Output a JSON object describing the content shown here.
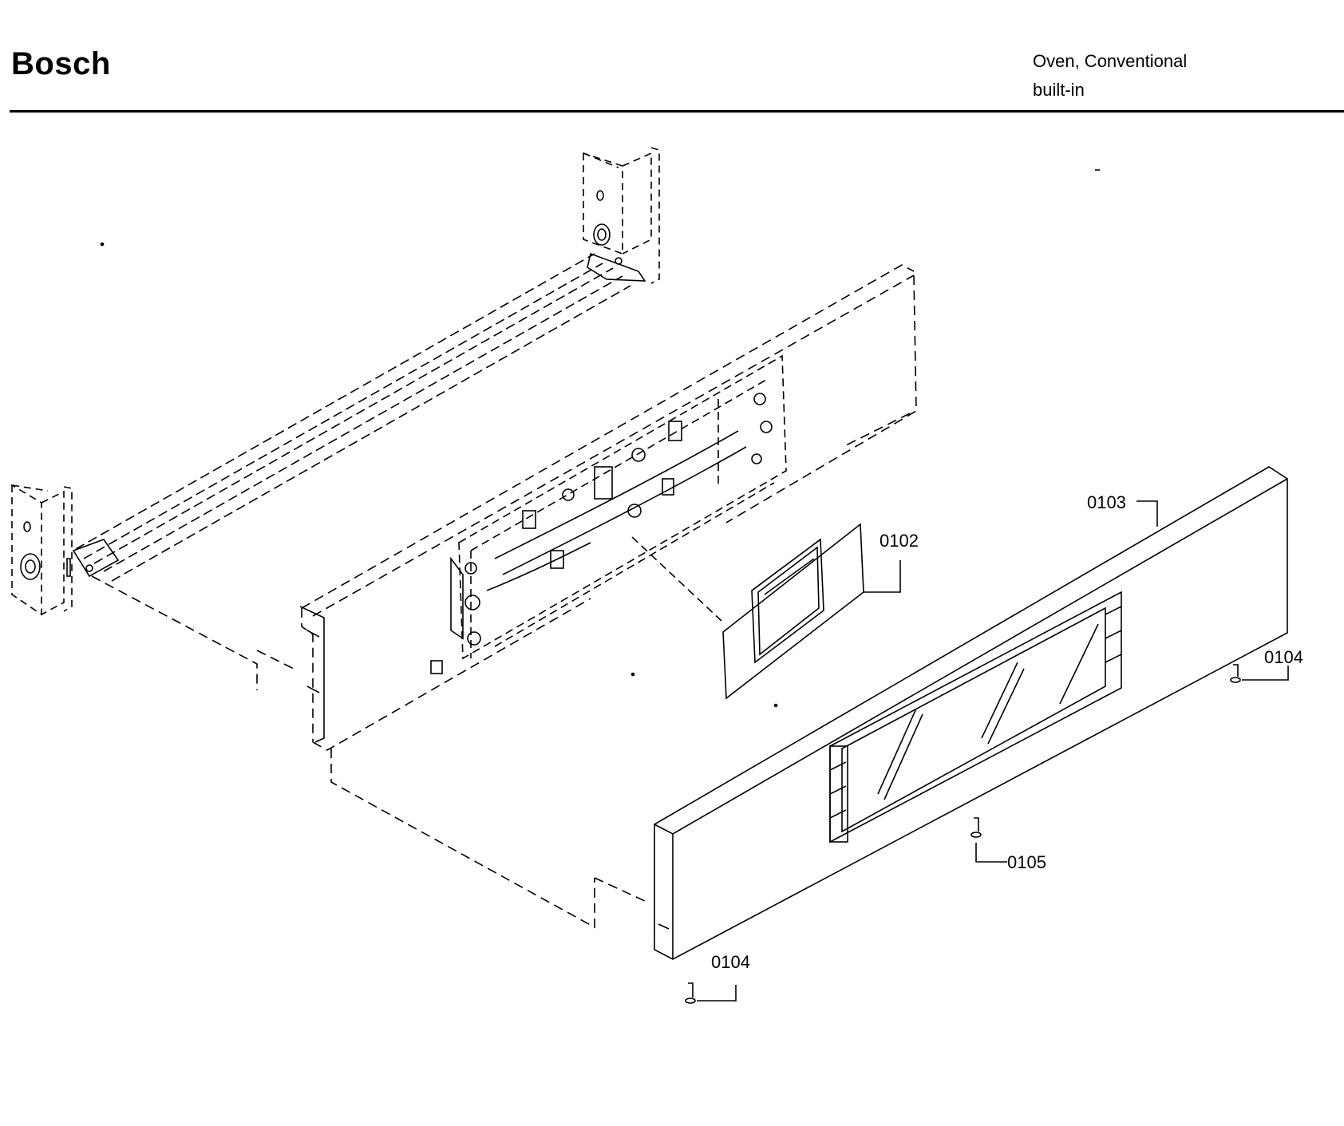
{
  "header": {
    "brand": "Bosch",
    "subtitle_line1": "Oven, Conventional",
    "subtitle_line2": "built-in"
  },
  "callouts": {
    "p0102": "0102",
    "p0103": "0103",
    "p0104_right": "0104",
    "p0104_bottom": "0104",
    "p0105": "0105"
  }
}
